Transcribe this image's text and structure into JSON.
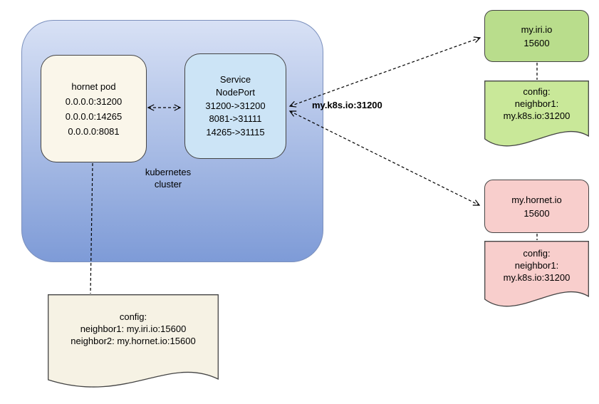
{
  "cluster": {
    "label": [
      "kubernetes",
      "cluster"
    ]
  },
  "hornet_pod": {
    "lines": [
      "hornet pod",
      "0.0.0.0:31200",
      "0.0.0.0:14265",
      "0.0.0.0:8081"
    ]
  },
  "service": {
    "lines": [
      "Service",
      "NodePort",
      "31200->31200",
      "8081->31111",
      "14265->31115"
    ]
  },
  "iri_node": {
    "lines": [
      "my.iri.io",
      "15600"
    ]
  },
  "iri_config": {
    "lines": [
      "config:",
      "neighbor1:",
      "my.k8s.io:31200"
    ]
  },
  "hornet_node": {
    "lines": [
      "my.hornet.io",
      "15600"
    ]
  },
  "hornet_config": {
    "lines": [
      "config:",
      "neighbor1:",
      "my.k8s.io:31200"
    ]
  },
  "pod_config": {
    "lines": [
      "config:",
      "neighbor1: my.iri.io:15600",
      "neighbor2: my.hornet.io:15600"
    ]
  },
  "edge_label": "my.k8s.io:31200",
  "colors": {
    "cluster_top": "#d8e1f5",
    "cluster_bottom": "#7e9bd7",
    "cluster_border": "#7b90bd",
    "pod_fill": "#faf6ea",
    "service_fill": "#cce4f6",
    "green_fill": "#b9dd8c",
    "green_doc_fill": "#c9e899",
    "pink_fill": "#f8cecc",
    "cream_doc_fill": "#f6f2e4",
    "border_dark": "#444444"
  }
}
